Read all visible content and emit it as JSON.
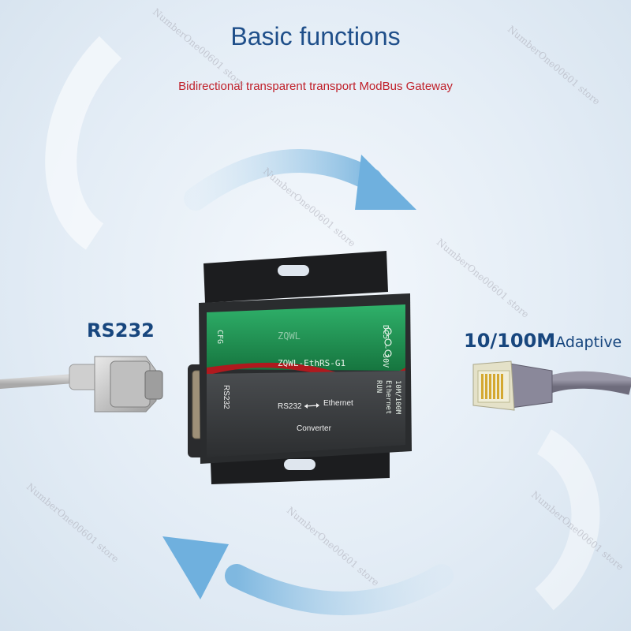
{
  "header": {
    "title": "Basic functions",
    "subtitle": "Bidirectional transparent transport ModBus Gateway"
  },
  "left_port": {
    "label": "RS232"
  },
  "right_port": {
    "label_big": "10/100M",
    "label_small": "Adaptive"
  },
  "device": {
    "cfg_label": "CFG",
    "logo_text": "ZQWL",
    "model": "ZQWL-EthRS-G1",
    "side_port_label": "RS232",
    "power_label": "DC5 ~ 30V",
    "status_run": "RUN",
    "status_eth": "Ethernet",
    "status_speed": "10M/100M",
    "function_left": "RS232",
    "function_right": "Ethernet",
    "function_name": "Converter"
  },
  "watermark": {
    "text": "NumberOne00601 store"
  },
  "colors": {
    "title": "#1f4f8a",
    "subtitle": "#c0202a",
    "label": "#17467e",
    "arrow": "#8fc1e3",
    "panel_green": "#1c8a4e",
    "panel_dark": "#3a3d40",
    "accent_red": "#b0191e"
  }
}
